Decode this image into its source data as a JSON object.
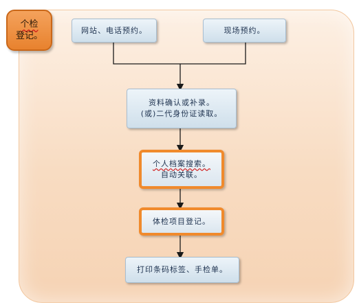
{
  "diagram": {
    "tag": {
      "line1": "个检",
      "line2": "登记。"
    },
    "nodes": {
      "online_booking": "网站、电话预约。",
      "onsite_booking": "现场预约。",
      "confirm_line1": "资料确认或补录。",
      "confirm_line2": "(或)二代身份证读取。",
      "archive_line1": "个人档案搜索。",
      "archive_line2": "自动关联。",
      "register": "体检项目登记。",
      "print": "打印条码标签、手检单。"
    },
    "colors": {
      "panel_fill": "#f8dcc2",
      "tag_fill": "#e8822e",
      "box_fill": "#dbe6ef",
      "highlight_border": "#f08a2c",
      "connector": "#1a1a1a"
    }
  }
}
